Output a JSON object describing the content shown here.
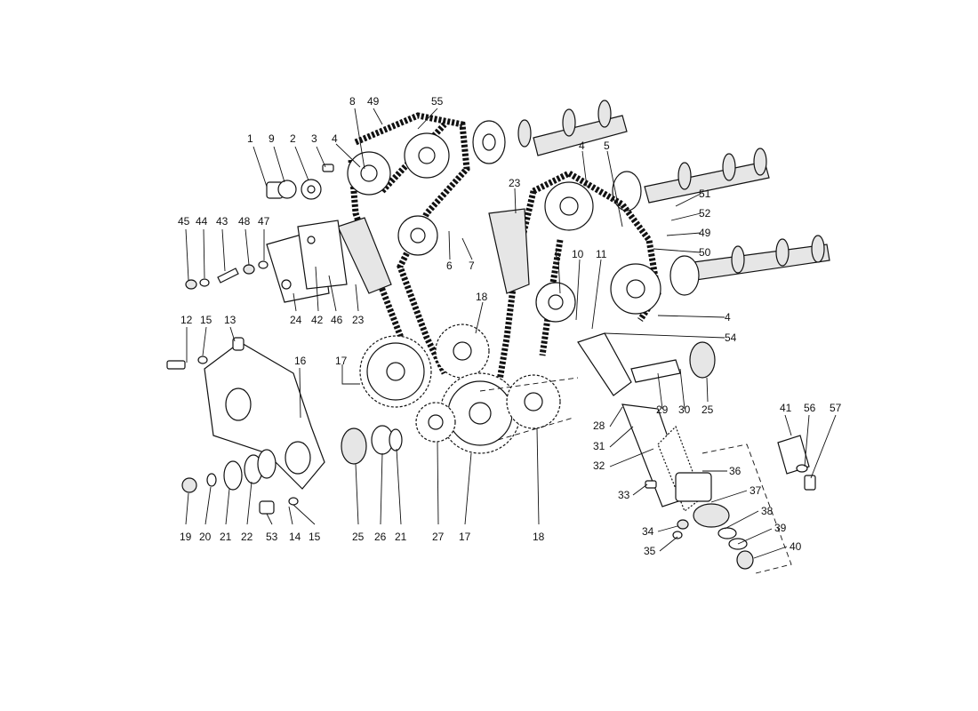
{
  "labels": [
    {
      "text": "1"
    },
    {
      "text": "9"
    },
    {
      "text": "2"
    },
    {
      "text": "3"
    },
    {
      "text": "4"
    },
    {
      "text": "8"
    },
    {
      "text": "49"
    },
    {
      "text": "55"
    },
    {
      "text": "45"
    },
    {
      "text": "44"
    },
    {
      "text": "43"
    },
    {
      "text": "48"
    },
    {
      "text": "47"
    },
    {
      "text": "24"
    },
    {
      "text": "42"
    },
    {
      "text": "46"
    },
    {
      "text": "23"
    },
    {
      "text": "6"
    },
    {
      "text": "7"
    },
    {
      "text": "23"
    },
    {
      "text": "4"
    },
    {
      "text": "5"
    },
    {
      "text": "51"
    },
    {
      "text": "52"
    },
    {
      "text": "49"
    },
    {
      "text": "50"
    },
    {
      "text": "6"
    },
    {
      "text": "10"
    },
    {
      "text": "11"
    },
    {
      "text": "4"
    },
    {
      "text": "54"
    },
    {
      "text": "18"
    },
    {
      "text": "12"
    },
    {
      "text": "15"
    },
    {
      "text": "13"
    },
    {
      "text": "16"
    },
    {
      "text": "17"
    },
    {
      "text": "28"
    },
    {
      "text": "29"
    },
    {
      "text": "30"
    },
    {
      "text": "25"
    },
    {
      "text": "31"
    },
    {
      "text": "32"
    },
    {
      "text": "41"
    },
    {
      "text": "56"
    },
    {
      "text": "57"
    },
    {
      "text": "36"
    },
    {
      "text": "33"
    },
    {
      "text": "37"
    },
    {
      "text": "38"
    },
    {
      "text": "34"
    },
    {
      "text": "39"
    },
    {
      "text": "35"
    },
    {
      "text": "40"
    },
    {
      "text": "19"
    },
    {
      "text": "20"
    },
    {
      "text": "21"
    },
    {
      "text": "22"
    },
    {
      "text": "53"
    },
    {
      "text": "14"
    },
    {
      "text": "15"
    },
    {
      "text": "25"
    },
    {
      "text": "26"
    },
    {
      "text": "21"
    },
    {
      "text": "27"
    },
    {
      "text": "17"
    },
    {
      "text": "18"
    }
  ]
}
